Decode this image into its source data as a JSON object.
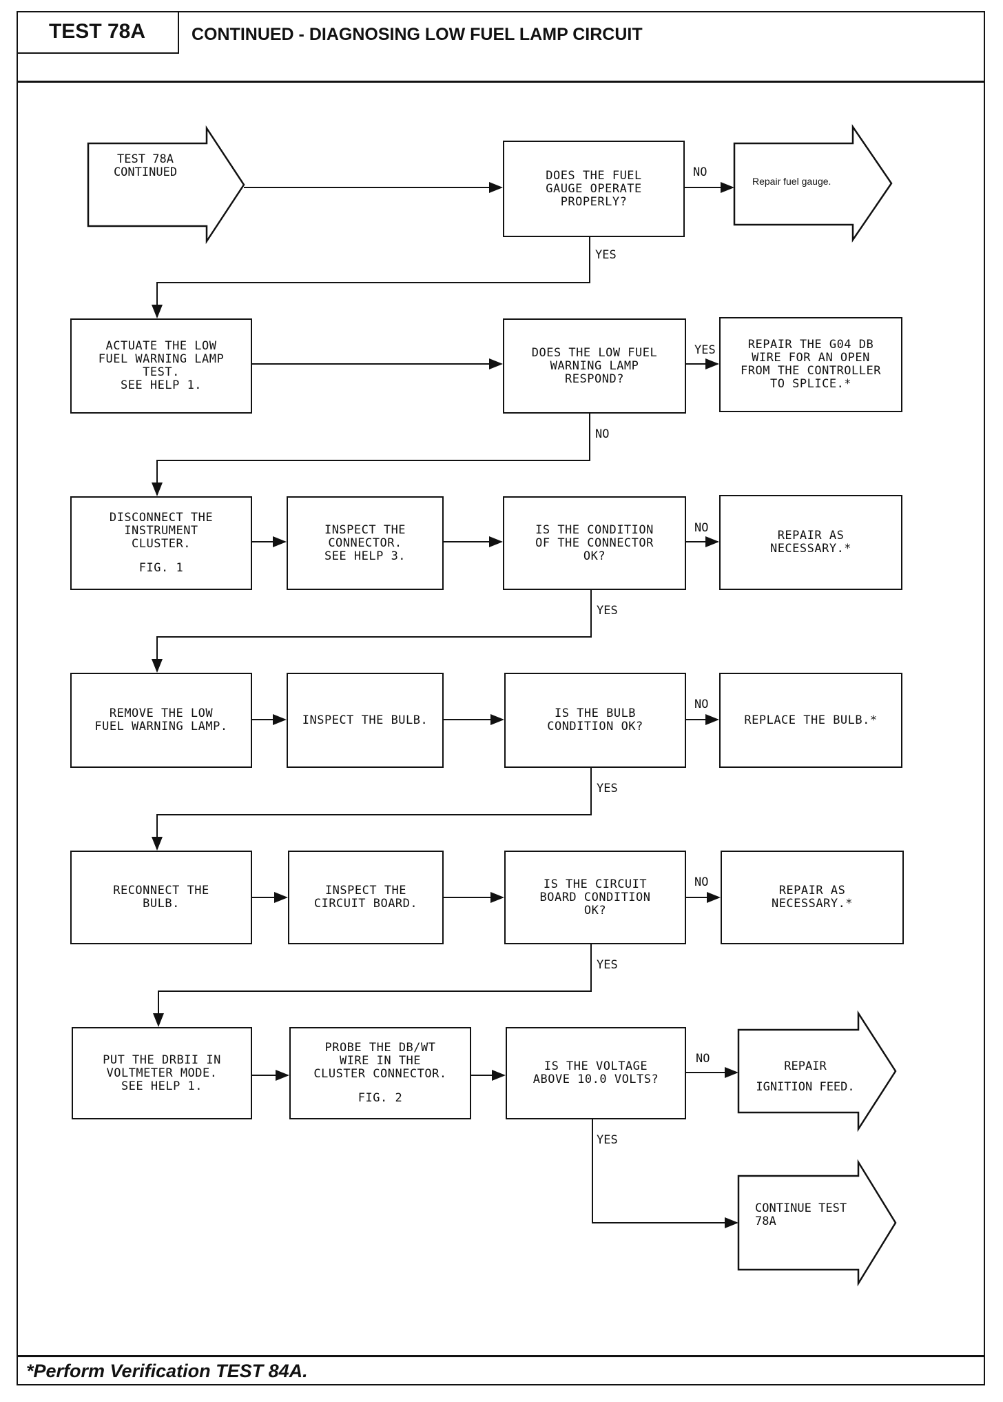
{
  "header": {
    "test_label": "TEST 78A",
    "title": "CONTINUED - DIAGNOSING LOW FUEL LAMP CIRCUIT"
  },
  "footer": {
    "note": "*Perform Verification TEST 84A."
  },
  "start": {
    "text": "TEST 78A\nCONTINUED"
  },
  "fuel_gauge_question": "DOES THE FUEL\nGAUGE OPERATE\nPROPERLY?",
  "repair_fuel_gauge": "Repair fuel gauge.",
  "actuate_test": "ACTUATE THE LOW\nFUEL WARNING LAMP\nTEST.\nSEE HELP 1.",
  "lamp_respond_question": "DOES THE LOW FUEL\nWARNING LAMP\nRESPOND?",
  "repair_g04": "REPAIR THE G04 DB\nWIRE FOR AN OPEN\nFROM THE CONTROLLER\nTO SPLICE.*",
  "disconnect_cluster": "DISCONNECT THE\nINSTRUMENT\nCLUSTER.",
  "disconnect_fig": "FIG. 1",
  "inspect_connector": "INSPECT THE\nCONNECTOR.\nSEE HELP 3.",
  "connector_question": "IS THE CONDITION\nOF THE CONNECTOR\nOK?",
  "repair_necessary_1": "REPAIR AS\nNECESSARY.*",
  "remove_lamp": "REMOVE THE LOW\nFUEL WARNING LAMP.",
  "inspect_bulb": "INSPECT THE BULB.",
  "bulb_question": "IS THE BULB\nCONDITION OK?",
  "replace_bulb": "REPLACE THE BULB.*",
  "reconnect_bulb": "RECONNECT THE\nBULB.",
  "inspect_board": "INSPECT THE\nCIRCUIT BOARD.",
  "board_question": "IS THE CIRCUIT\nBOARD CONDITION\nOK?",
  "repair_necessary_2": "REPAIR AS\nNECESSARY.*",
  "put_drbii": "PUT THE DRBII IN\nVOLTMETER MODE.\nSEE HELP 1.",
  "probe_wire": "PROBE THE DB/WT\nWIRE IN THE\nCLUSTER CONNECTOR.",
  "probe_fig": "FIG. 2",
  "voltage_question": "IS THE VOLTAGE\nABOVE 10.0 VOLTS?",
  "repair_ignition": "REPAIR\nIGNITION FEED.",
  "continue_test": "CONTINUE TEST\n78A",
  "labels": {
    "yes": "YES",
    "no": "NO"
  }
}
